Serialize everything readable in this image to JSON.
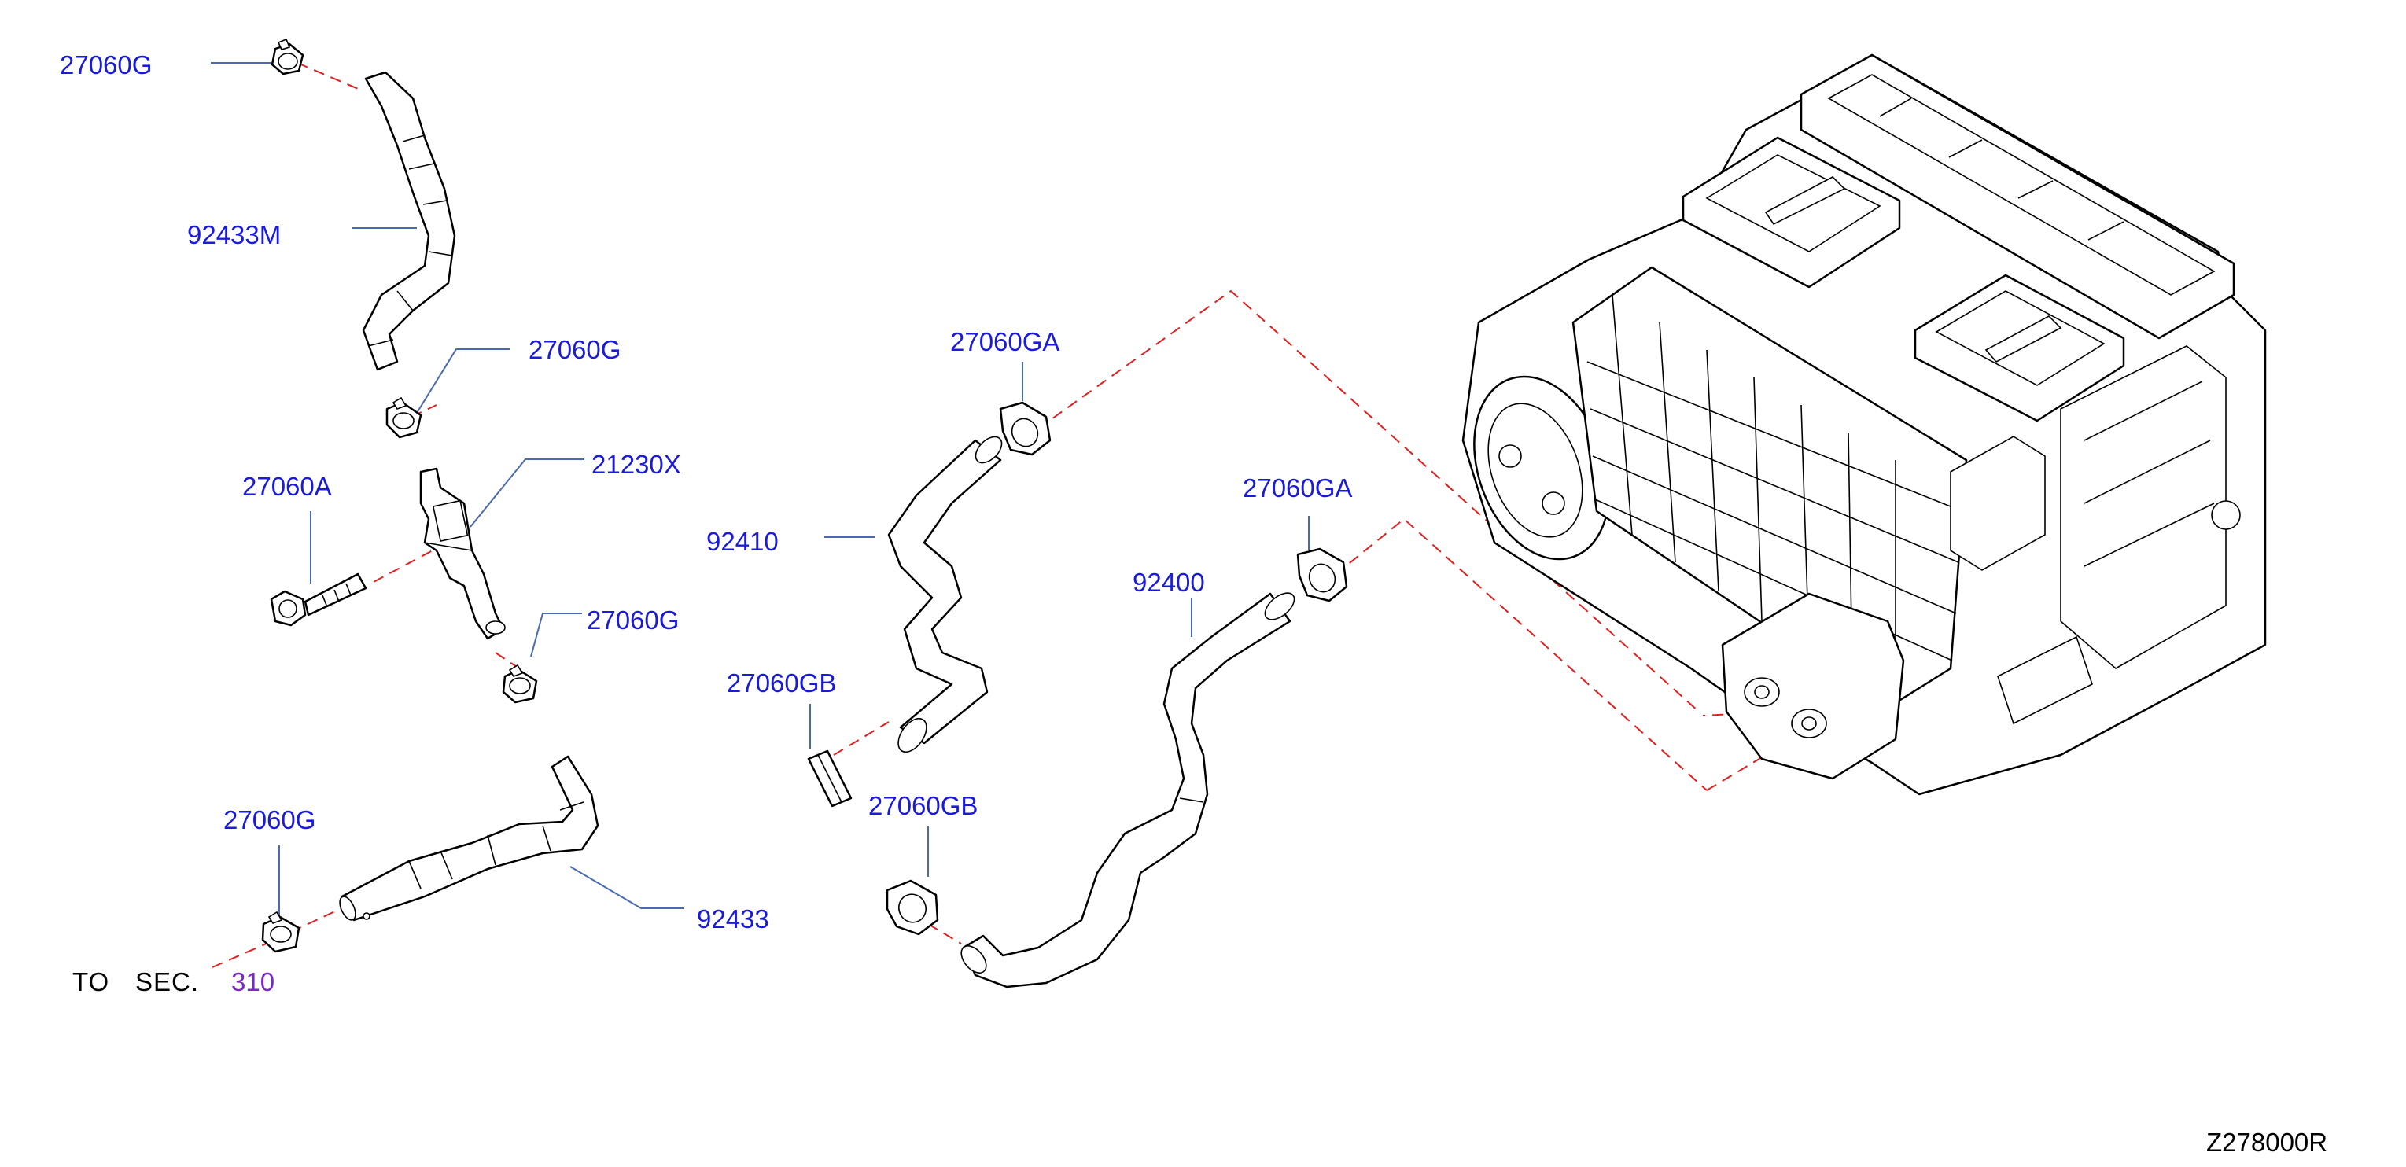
{
  "labels": {
    "l_27060G_top": "27060G",
    "l_92433M": "92433M",
    "l_27060G_mid": "27060G",
    "l_21230X": "21230X",
    "l_27060A": "27060A",
    "l_27060G_low": "27060G",
    "l_27060G_bottom": "27060G",
    "l_92433": "92433",
    "l_27060GA_a": "27060GA",
    "l_92410": "92410",
    "l_27060GB_a": "27060GB",
    "l_27060GA_b": "27060GA",
    "l_92400": "92400",
    "l_27060GB_b": "27060GB"
  },
  "to_sec": {
    "to": "TO",
    "sec": "SEC.",
    "number": "310"
  },
  "drawing_id": "Z278000R",
  "colors": {
    "label": "#1a1adc",
    "section_link": "#7a28c8",
    "dashed_line": "#e02020",
    "leader_line": "#4a6ab0"
  }
}
